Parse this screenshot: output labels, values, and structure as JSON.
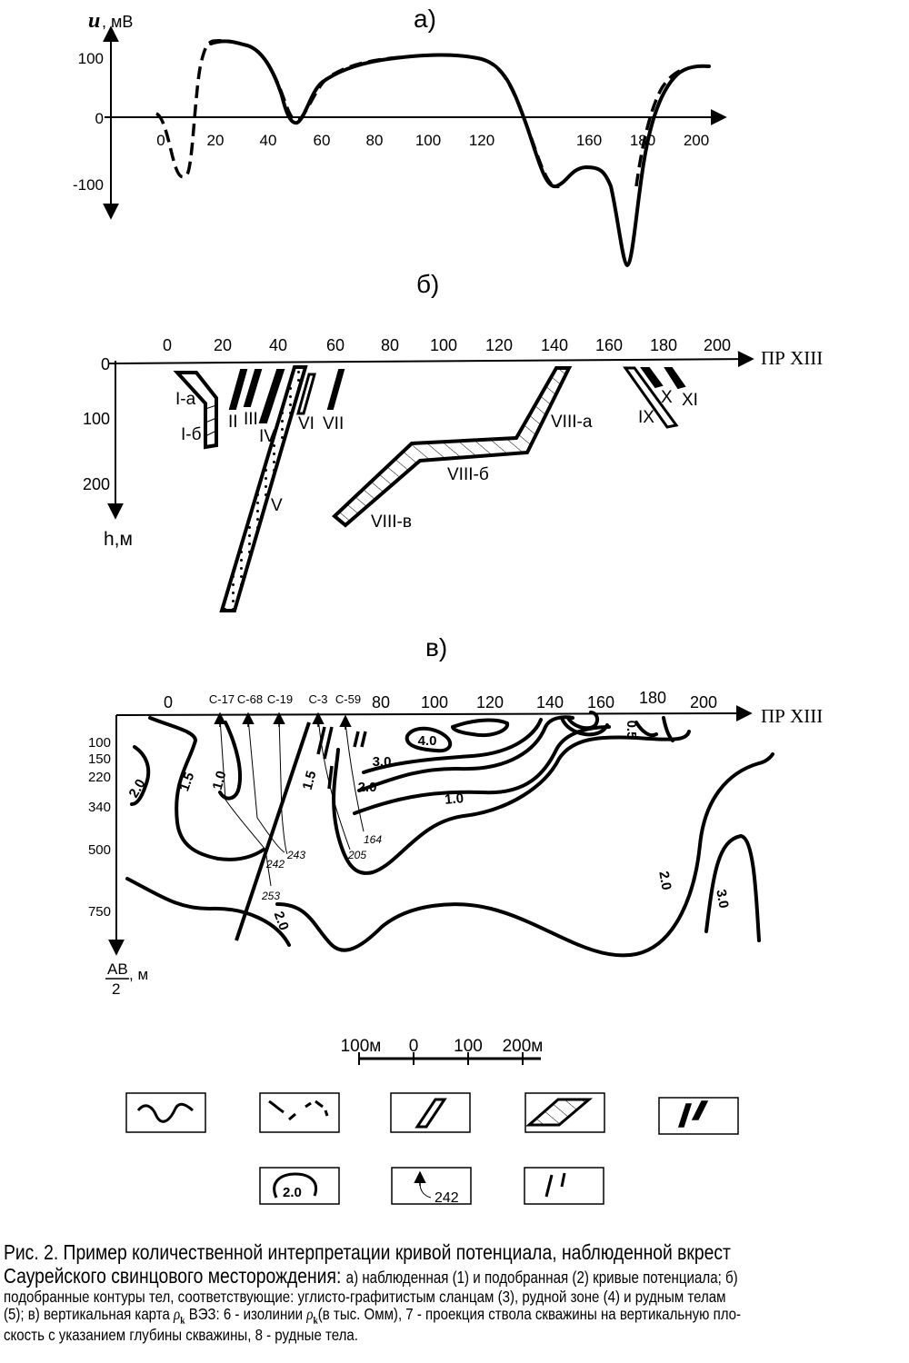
{
  "panel_a": {
    "label": "а)",
    "y_axis_label_symbol": "u",
    "y_axis_label_unit": ", мВ",
    "y_ticks": [
      "100",
      "0",
      "-100"
    ],
    "x_ticks": [
      "0",
      "20",
      "40",
      "60",
      "80",
      "100",
      "120",
      "160",
      "180",
      "200"
    ]
  },
  "panel_b": {
    "label": "б)",
    "profile_label": "ПР XIII",
    "depth_label": "h,м",
    "y_ticks": [
      "0",
      "100",
      "200"
    ],
    "x_ticks": [
      "0",
      "20",
      "40",
      "60",
      "80",
      "100",
      "120",
      "140",
      "160",
      "180",
      "200"
    ],
    "bodies": [
      "I-а",
      "I-б",
      "II",
      "III",
      "IV",
      "V",
      "VI",
      "VII",
      "VIII-а",
      "VIII-б",
      "VIII-в",
      "IX",
      "X",
      "XI"
    ]
  },
  "panel_v": {
    "label": "в)",
    "profile_label": "ПР XIII",
    "depth_ticks": [
      "100",
      "150",
      "220",
      "340",
      "500",
      "750"
    ],
    "depth_axis_label_top": "AB",
    "depth_axis_label_bottom": "2",
    "depth_axis_unit": ", м",
    "x_ticks": [
      "0",
      "80",
      "100",
      "120",
      "140",
      "160",
      "180",
      "200"
    ],
    "wells": [
      "С-17",
      "С-68",
      "С-19",
      "С-3",
      "С-59"
    ],
    "well_depths": [
      "242",
      "253",
      "243",
      "205",
      "164"
    ],
    "isolines": [
      "4.0",
      "3.0",
      "2.0",
      "1.0",
      "1.5",
      "2.0",
      "1.5",
      "1.0",
      "0.5",
      "2.0",
      "3.0",
      "2.0"
    ]
  },
  "scale_bar": {
    "labels": [
      "100м",
      "0",
      "100",
      "200м"
    ]
  },
  "legend": {
    "isoline_value": "2.0",
    "well_depth": "242"
  },
  "caption": {
    "line1": "Рис. 2.  Пример количественной  интерпретации кривой  потенциала,  наблюденной  вкрест",
    "line2_a": "Саурейского свинцового  месторождения: ",
    "line2_b": "а)  наблюденная (1)   и подобранная  (2) кривые потенциала;  б)",
    "line3": "подобранные   контуры тел,  соответствующие:  углисто-графитистым  сланцам (3), рудной зоне (4) и рудным телам",
    "line4_a": "(5); в) вертикальная карта ",
    "rho_symbol": "ρ",
    "rho_sub": "k",
    "line4_b": " ВЭЗ: 6 - изолинии ",
    "line4_c": "(в тыс. Омм), 7 - проекция ствола скважины на вертикальную пло-",
    "line5": "скость с указанием  глубины  скважины, 8 - рудные тела."
  }
}
